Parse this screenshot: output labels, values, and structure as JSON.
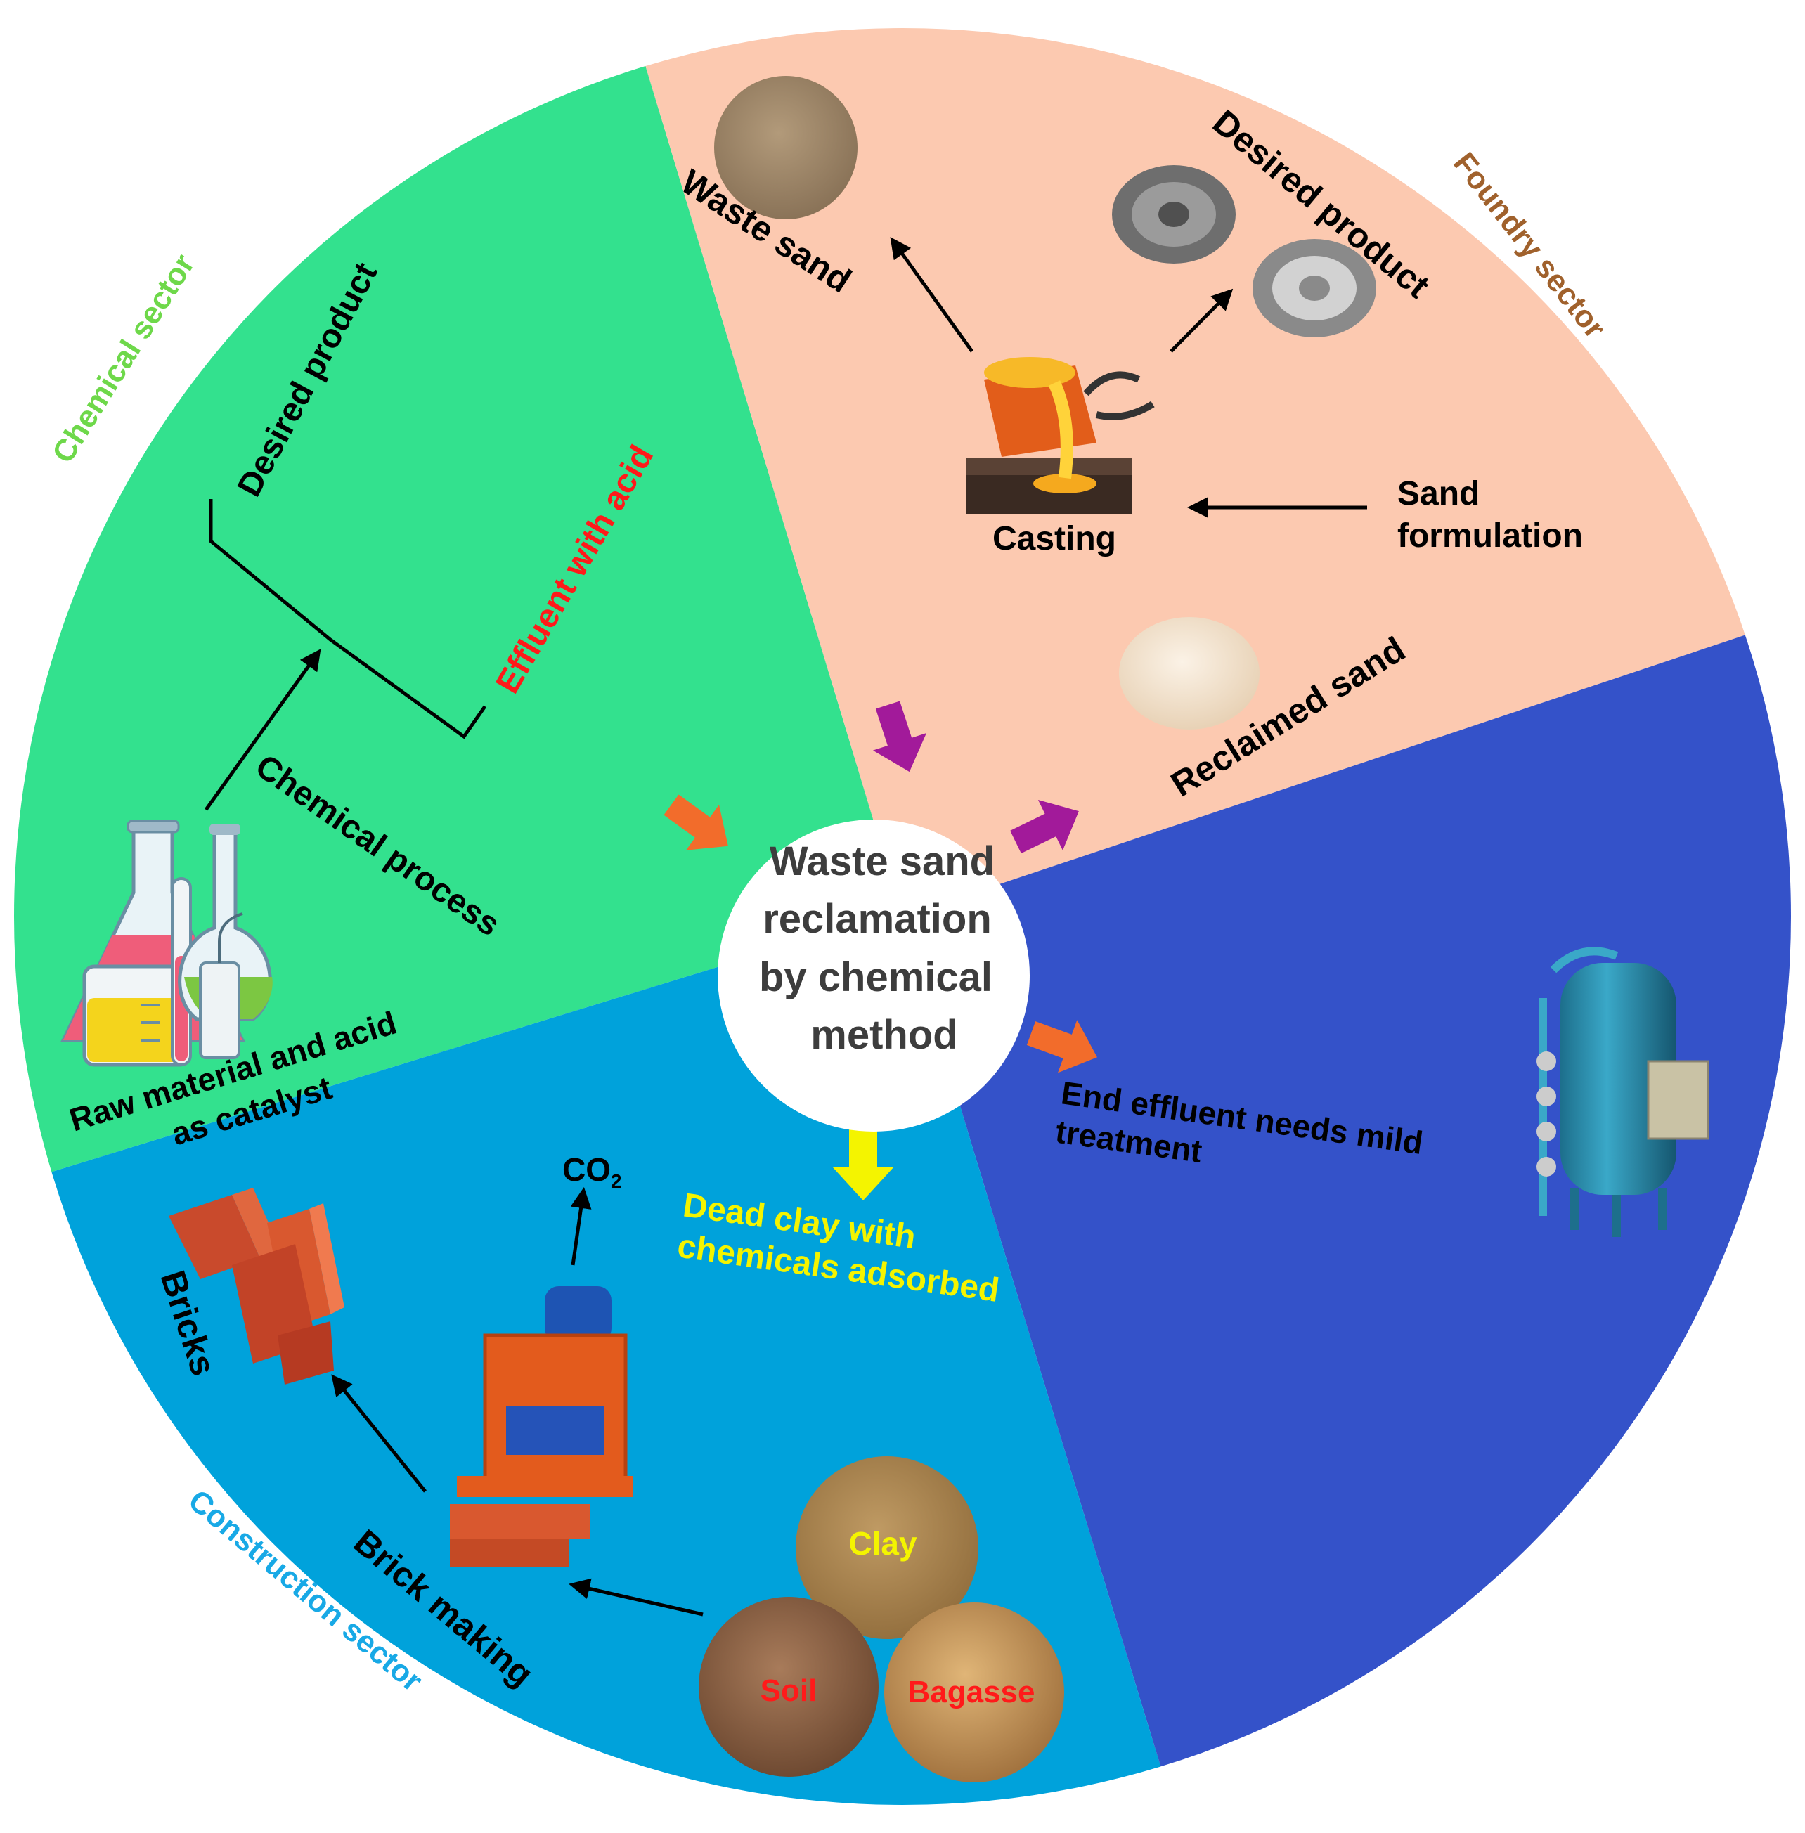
{
  "center": {
    "line1": "Waste sand",
    "line2": "reclamation",
    "line3": "by chemical",
    "line4": "method"
  },
  "sectors": {
    "chemical": {
      "title": "Chemical sector",
      "desired_product": "Desired product",
      "effluent": "Effluent with acid",
      "process": "Chemical process",
      "raw_line1": "Raw material and acid",
      "raw_line2": "as catalyst"
    },
    "foundry": {
      "title": "Foundry sector",
      "waste_sand": "Waste sand",
      "desired_product": "Desired product",
      "casting": "Casting",
      "sand_line1": "Sand",
      "sand_line2": "formulation",
      "reclaimed": "Reclaimed sand"
    },
    "construction": {
      "title": "Construction sector",
      "bricks": "Bricks",
      "co2": "CO",
      "co2_sub": "2",
      "dead_line1": "Dead clay with",
      "dead_line2": "chemicals adsorbed",
      "brick_making": "Brick making",
      "clay": "Clay",
      "soil": "Soil",
      "bagasse": "Bagasse"
    },
    "effluent": {
      "line1": "End effluent needs mild",
      "line2": "treatment"
    }
  },
  "colors": {
    "chemical": "#33e18e",
    "foundry": "#fcc9b0",
    "construction": "#00a2db",
    "effluent": "#3452c9",
    "chemical_title": "#6ed84a",
    "foundry_title": "#a0612c",
    "construction_title": "#18a9e6",
    "orange_arrow": "#f26c2b",
    "purple_arrow": "#a21a9a",
    "yellow_arrow": "#f4f400",
    "red_text": "#ff1a1a"
  }
}
